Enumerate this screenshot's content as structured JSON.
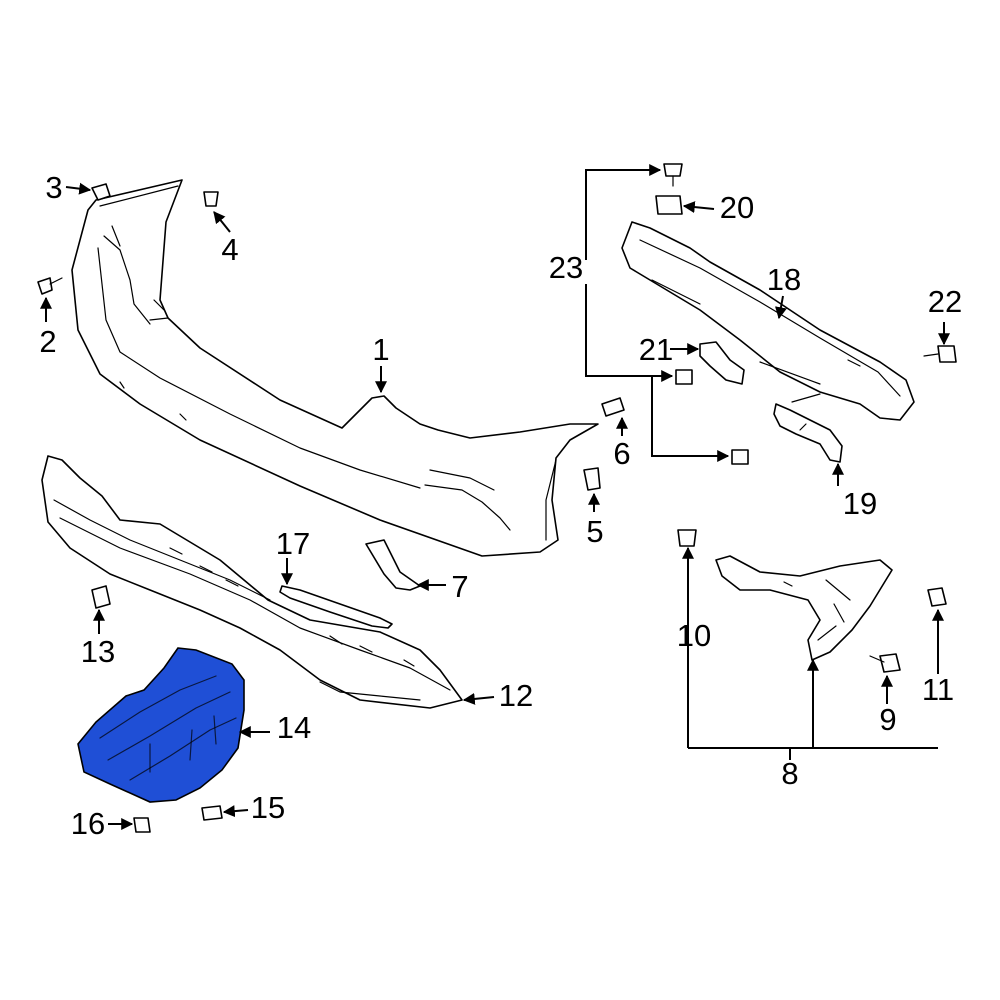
{
  "diagram": {
    "highlight_color": "#1f4fd6",
    "line_color": "#000000",
    "background": "#ffffff",
    "callouts": {
      "c1": "1",
      "c2": "2",
      "c3": "3",
      "c4": "4",
      "c5": "5",
      "c6": "6",
      "c7": "7",
      "c8": "8",
      "c9": "9",
      "c10": "10",
      "c11": "11",
      "c12": "12",
      "c13": "13",
      "c14": "14",
      "c15": "15",
      "c16": "16",
      "c17": "17",
      "c18": "18",
      "c19": "19",
      "c20": "20",
      "c21": "21",
      "c22": "22",
      "c23": "23"
    },
    "highlighted_part": "14"
  }
}
